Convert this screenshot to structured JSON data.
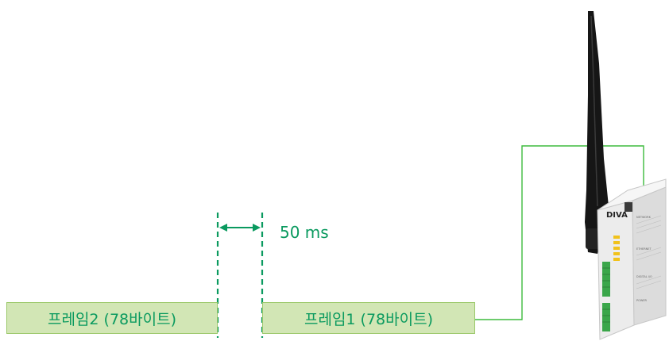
{
  "frames": [
    {
      "label": "프레임2 (78바이트)"
    },
    {
      "label": "프레임1 (78바이트)"
    }
  ],
  "interval": {
    "label": "50 ms"
  },
  "device": {
    "brand": "DIVA",
    "panel_texts": [
      "NETWORK",
      "ETHERNET",
      "DIGITAL I/O",
      "POWER"
    ]
  },
  "colors": {
    "accent_green": "#0a9a5f",
    "line_green": "#3dbb3d",
    "frame_fill": "#d2e6b5",
    "frame_border": "#9bc86a",
    "device_body": "#e9e9e9",
    "antenna": "#161616",
    "terminal_green": "#3aa64a",
    "led_yellow": "#f1c21b"
  }
}
